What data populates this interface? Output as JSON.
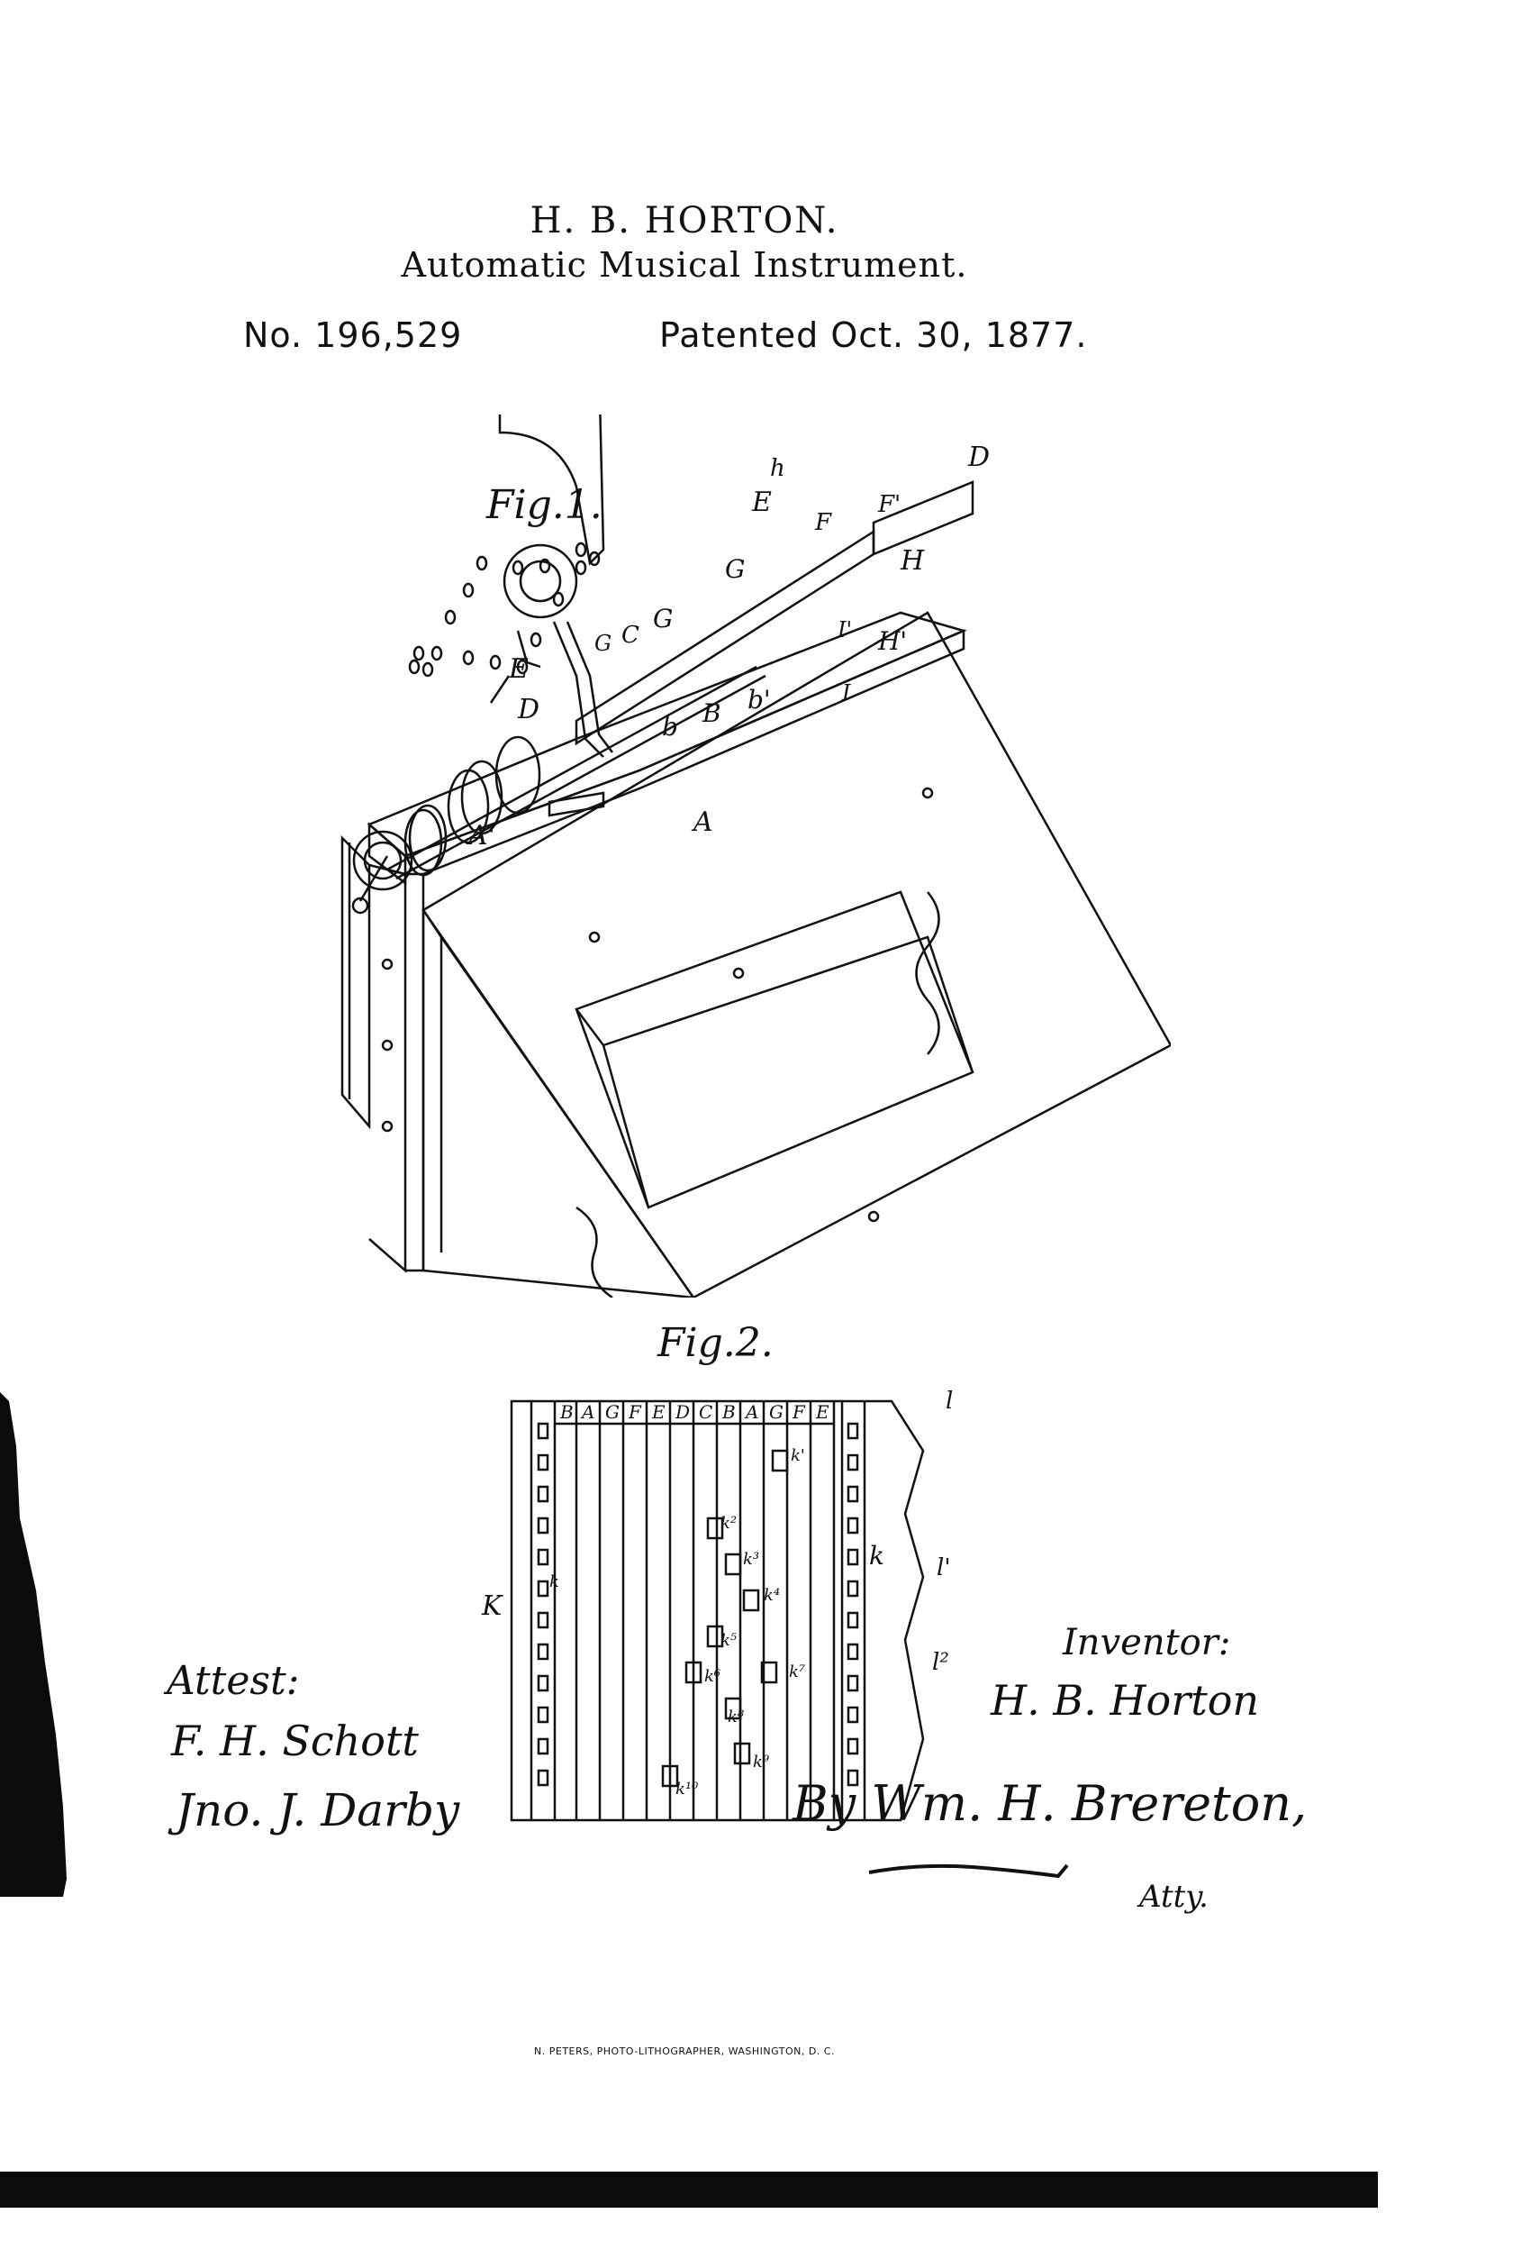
{
  "header": {
    "inventor": "H. B. HORTON.",
    "title": "Automatic Musical Instrument.",
    "patent_number": "No. 196,529",
    "patent_date": "Patented Oct. 30, 1877."
  },
  "figures": {
    "fig1": {
      "label": "Fig.1.",
      "letters": {
        "D1": "D",
        "D2": "D",
        "E1": "E",
        "E2": "E",
        "F": "F",
        "F2": "F'",
        "G1": "G",
        "G2": "G",
        "G3": "G",
        "H": "H",
        "H2": "H'",
        "h": "h",
        "C": "C",
        "B": "B",
        "b1": "b",
        "b2": "b'",
        "A": "A",
        "A2": "A'",
        "I": "I",
        "I2": "I'"
      }
    },
    "fig2": {
      "label": "Fig.2.",
      "notes": [
        "B",
        "A",
        "G",
        "F",
        "E",
        "D",
        "C",
        "B",
        "A",
        "G",
        "F",
        "E"
      ],
      "letters": {
        "K": "K",
        "k_right": "k",
        "l": "l",
        "l1": "l'",
        "l2": "l²",
        "k": "k",
        "k1": "k'",
        "k2": "k²",
        "k3": "k³",
        "k4": "k⁴",
        "k5": "k⁵",
        "k6": "k⁶",
        "k7": "k⁷",
        "k8": "k⁸",
        "k9": "k⁹",
        "k10": "k¹⁰"
      }
    }
  },
  "signatures": {
    "attest_label": "Attest:",
    "witness_1": "F. H. Schott",
    "witness_2": "Jno. J. Darby",
    "inventor_label": "Inventor:",
    "inventor_signature": "H. B. Horton",
    "attorney_signature": "By Wm. H. Brereton,",
    "atty_label": "Atty."
  },
  "footer": {
    "printer": "N. PETERS, PHOTO-LITHOGRAPHER, WASHINGTON, D. C."
  }
}
